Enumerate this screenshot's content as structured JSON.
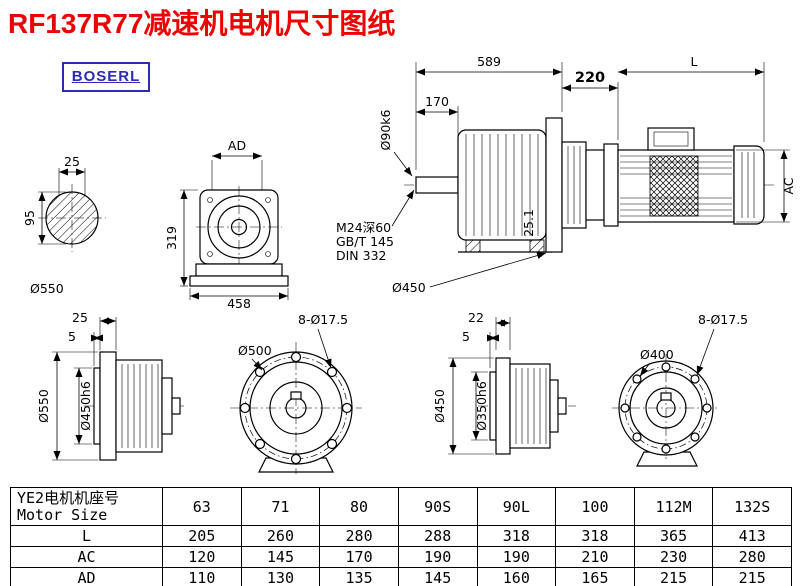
{
  "header": {
    "title": "RF137R77减速机电机尺寸图纸",
    "logo": "BOSERL"
  },
  "views": {
    "shaft_section": {
      "key_width": "25",
      "height": "95",
      "diameter": "Ø550"
    },
    "gearbox_front": {
      "top": "AD",
      "height": "319",
      "width": "458"
    },
    "assembly": {
      "total_length": "589",
      "shaft_length": "170",
      "shaft_dia": "Ø90k6",
      "adapter_length": "220",
      "motor_length": "L",
      "motor_dia": "AC",
      "tap1": "M24深60",
      "tap2": "GB/T 145",
      "tap3": "DIN 332",
      "flange_dia": "Ø450",
      "key_height": "25.1"
    },
    "output_side": {
      "flange_thk": "25",
      "spigot_len": "5",
      "flange_dia": "Ø550",
      "spigot_dia": "Ø450h6"
    },
    "output_flange": {
      "holes": "8-Ø17.5",
      "bolt_circle": "Ø500"
    },
    "input_side": {
      "flange_thk": "22",
      "spigot_len": "5",
      "flange_dia": "Ø450",
      "spigot_dia": "Ø350h6"
    },
    "input_flange": {
      "holes": "8-Ø17.5",
      "bolt_circle": "Ø400"
    }
  },
  "table": {
    "header_cn": "YE2电机机座号",
    "header_en": "Motor Size",
    "sizes": [
      "63",
      "71",
      "80",
      "90S",
      "90L",
      "100",
      "112M",
      "132S"
    ],
    "rows": [
      {
        "label": "L",
        "values": [
          "205",
          "260",
          "280",
          "288",
          "318",
          "318",
          "365",
          "413"
        ]
      },
      {
        "label": "AC",
        "values": [
          "120",
          "145",
          "170",
          "190",
          "190",
          "210",
          "230",
          "280"
        ]
      },
      {
        "label": "AD",
        "values": [
          "110",
          "130",
          "135",
          "145",
          "160",
          "165",
          "215",
          "215"
        ]
      }
    ]
  }
}
